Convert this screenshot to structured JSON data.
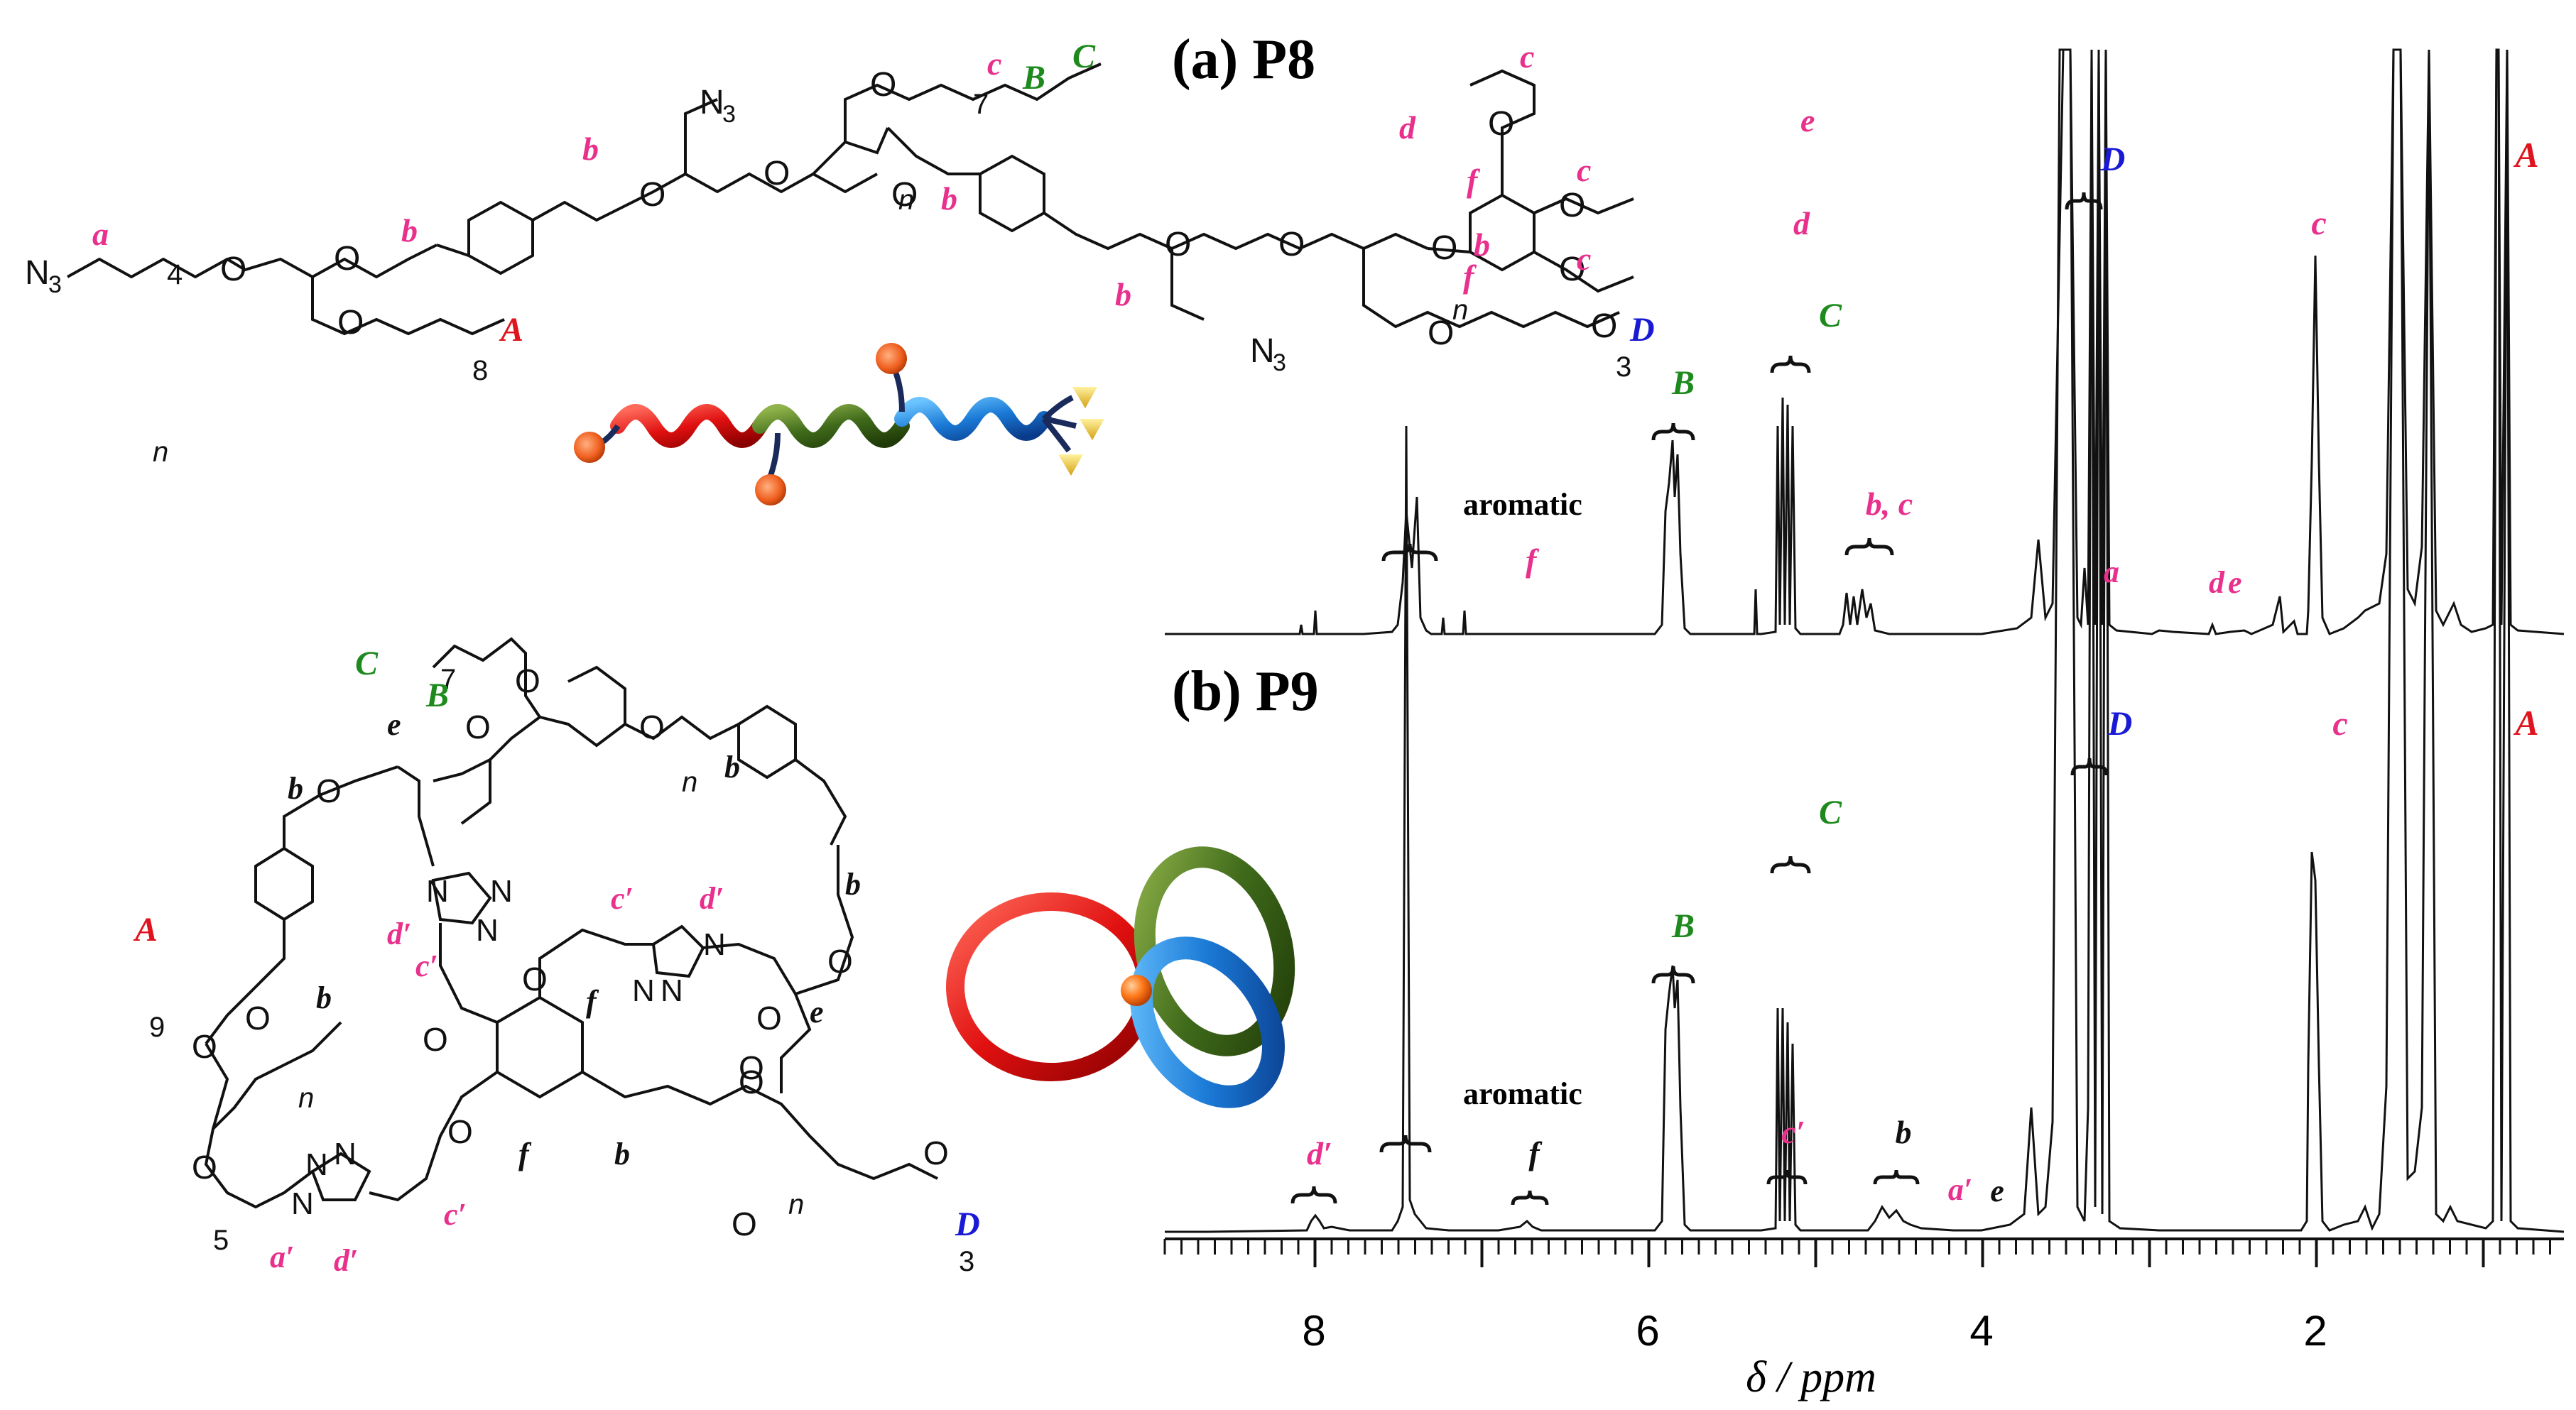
{
  "colors": {
    "pink": "#E8308C",
    "green": "#1E8A1E",
    "red": "#E0141E",
    "blue": "#1A1AD6",
    "black": "#111111"
  },
  "panel_a": {
    "label": "(a) P8"
  },
  "panel_b": {
    "label": "(b) P9"
  },
  "axis": {
    "label": "δ / ppm",
    "ticks": [
      "8",
      "6",
      "4",
      "2"
    ]
  },
  "spectrum_a_labels": {
    "aromatic": "aromatic",
    "f": "f",
    "B": "B",
    "C": "C",
    "bc": "b, c",
    "D": "D",
    "a": "a",
    "d": "d",
    "e": "e",
    "c": "c",
    "A": "A"
  },
  "spectrum_b_labels": {
    "dprime": "d′",
    "aromatic": "aromatic",
    "f": "f",
    "B": "B",
    "cprime": "c′",
    "C": "C",
    "b": "b",
    "aprime": "a′",
    "e": "e",
    "D": "D",
    "c": "c",
    "A": "A"
  },
  "structure_a": {
    "N3": "N",
    "sub3": "3",
    "O": "O",
    "n": "n",
    "four": "4",
    "eight": "8",
    "seven": "7",
    "three": "3",
    "a": "a",
    "b": "b",
    "c": "c",
    "d": "d",
    "e": "e",
    "f": "f",
    "A": "A",
    "B": "B",
    "C": "C",
    "D": "D"
  },
  "structure_b": {
    "O": "O",
    "N": "N",
    "n": "n",
    "nine": "9",
    "five": "5",
    "seven": "7",
    "three": "3",
    "A": "A",
    "B": "B",
    "C": "C",
    "D": "D",
    "b": "b",
    "e": "e",
    "f": "f",
    "aprime": "a′",
    "cprime": "c′",
    "dprime": "d′"
  }
}
